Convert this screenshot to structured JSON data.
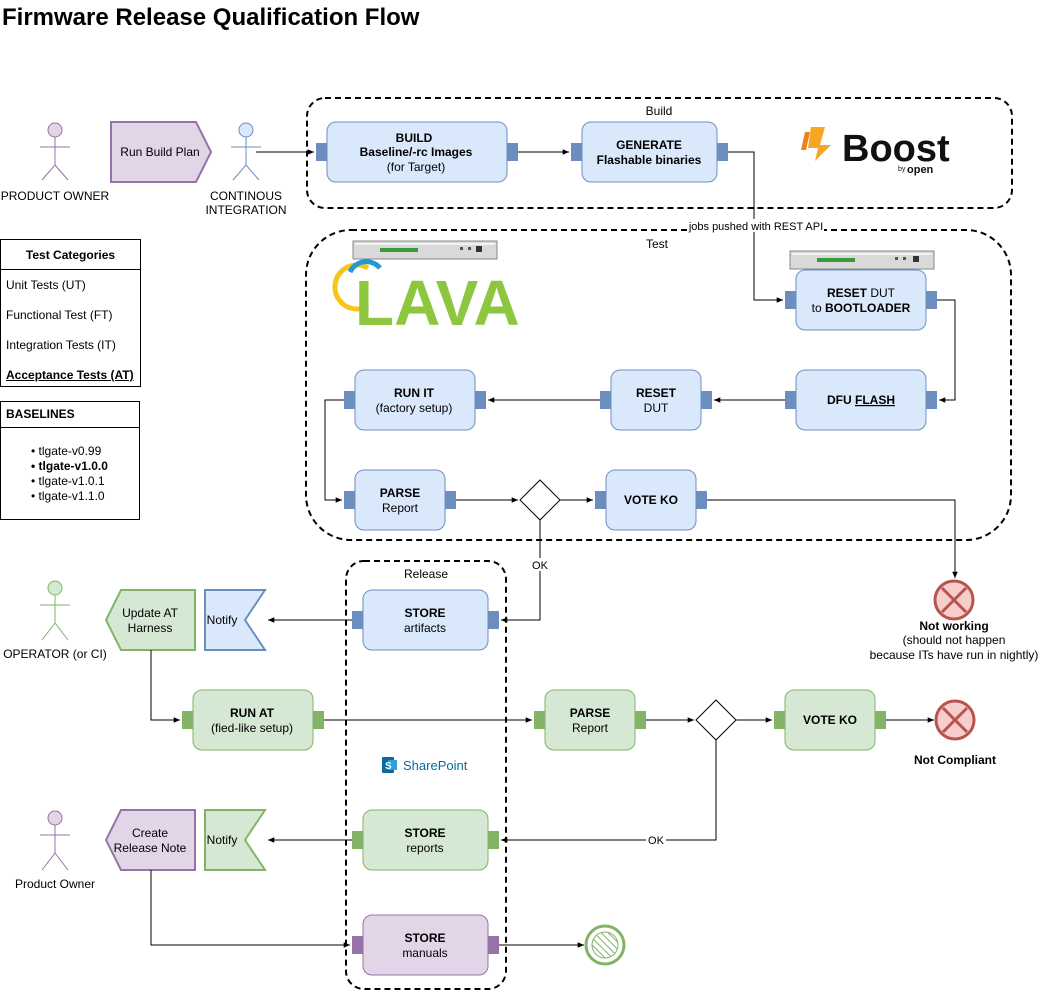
{
  "title": "Firmware Release Qualification Flow",
  "colors": {
    "blue_fill": "#dae8fc",
    "blue_stroke": "#6c8ebf",
    "green_fill": "#d5e8d4",
    "green_stroke": "#82b366",
    "purple_fill": "#e1d5e7",
    "purple_stroke": "#9673a6",
    "red": "#b85450",
    "red_fill": "#f8cecc"
  },
  "actors": {
    "product_owner": "PRODUCT OWNER",
    "ci": [
      "CONTINOUS",
      "INTEGRATION"
    ],
    "operator": "OPERATOR (or CI)",
    "product_owner2": "Product Owner"
  },
  "groups": {
    "build": "Build",
    "test": "Test",
    "release": "Release"
  },
  "nodes": {
    "run_build_plan": "Run Build Plan",
    "build": [
      "BUILD",
      "Baseline/-rc Images",
      "(for Target)"
    ],
    "generate": [
      "GENERATE",
      "Flashable binaries"
    ],
    "reset_boot": {
      "b1": "RESET",
      "t1": " DUT",
      "t2": "to ",
      "b2": "BOOTLOADER"
    },
    "dfu": {
      "bold": "DFU ",
      "underline": "FLASH"
    },
    "reset_dut": [
      "RESET",
      "DUT"
    ],
    "run_it": [
      "RUN IT",
      "(factory setup)"
    ],
    "parse_it": [
      "PARSE",
      "Report"
    ],
    "vote_ko_it": "VOTE KO",
    "store_artifacts": [
      "STORE",
      "artifacts"
    ],
    "notify1": "Notify",
    "update_at": [
      "Update AT",
      "Harness"
    ],
    "run_at": [
      "RUN AT",
      "(fied-like setup)"
    ],
    "parse_at": [
      "PARSE",
      "Report"
    ],
    "vote_ko_at": "VOTE KO",
    "store_reports": [
      "STORE",
      "reports"
    ],
    "notify2": "Notify",
    "create_note": [
      "Create",
      "Release Note"
    ],
    "store_manuals": [
      "STORE",
      "manuals"
    ]
  },
  "edge_labels": {
    "rest": "jobs pushed with REST API",
    "ok1": "OK",
    "ok2": "OK"
  },
  "ends": {
    "not_working": {
      "title": "Not working",
      "line1": "(should not happen",
      "line2": "because ITs have run in nightly)"
    },
    "not_compliant": "Not Compliant"
  },
  "logos": {
    "boost_main": "Boost",
    "boost_by": "by",
    "boost_open": "open",
    "lava": "LAVA",
    "sharepoint": "SharePoint"
  },
  "test_categories": {
    "title": "Test Categories",
    "items": [
      "Unit Tests (UT)",
      "Functional Test (FT)",
      "Integration Tests (IT)",
      "Acceptance Tests (AT)"
    ]
  },
  "baselines": {
    "title": "BASELINES",
    "items": [
      "tlgate-v0.99",
      "tlgate-v1.0.0",
      "tlgate-v1.0.1",
      "tlgate-v1.1.0"
    ]
  }
}
